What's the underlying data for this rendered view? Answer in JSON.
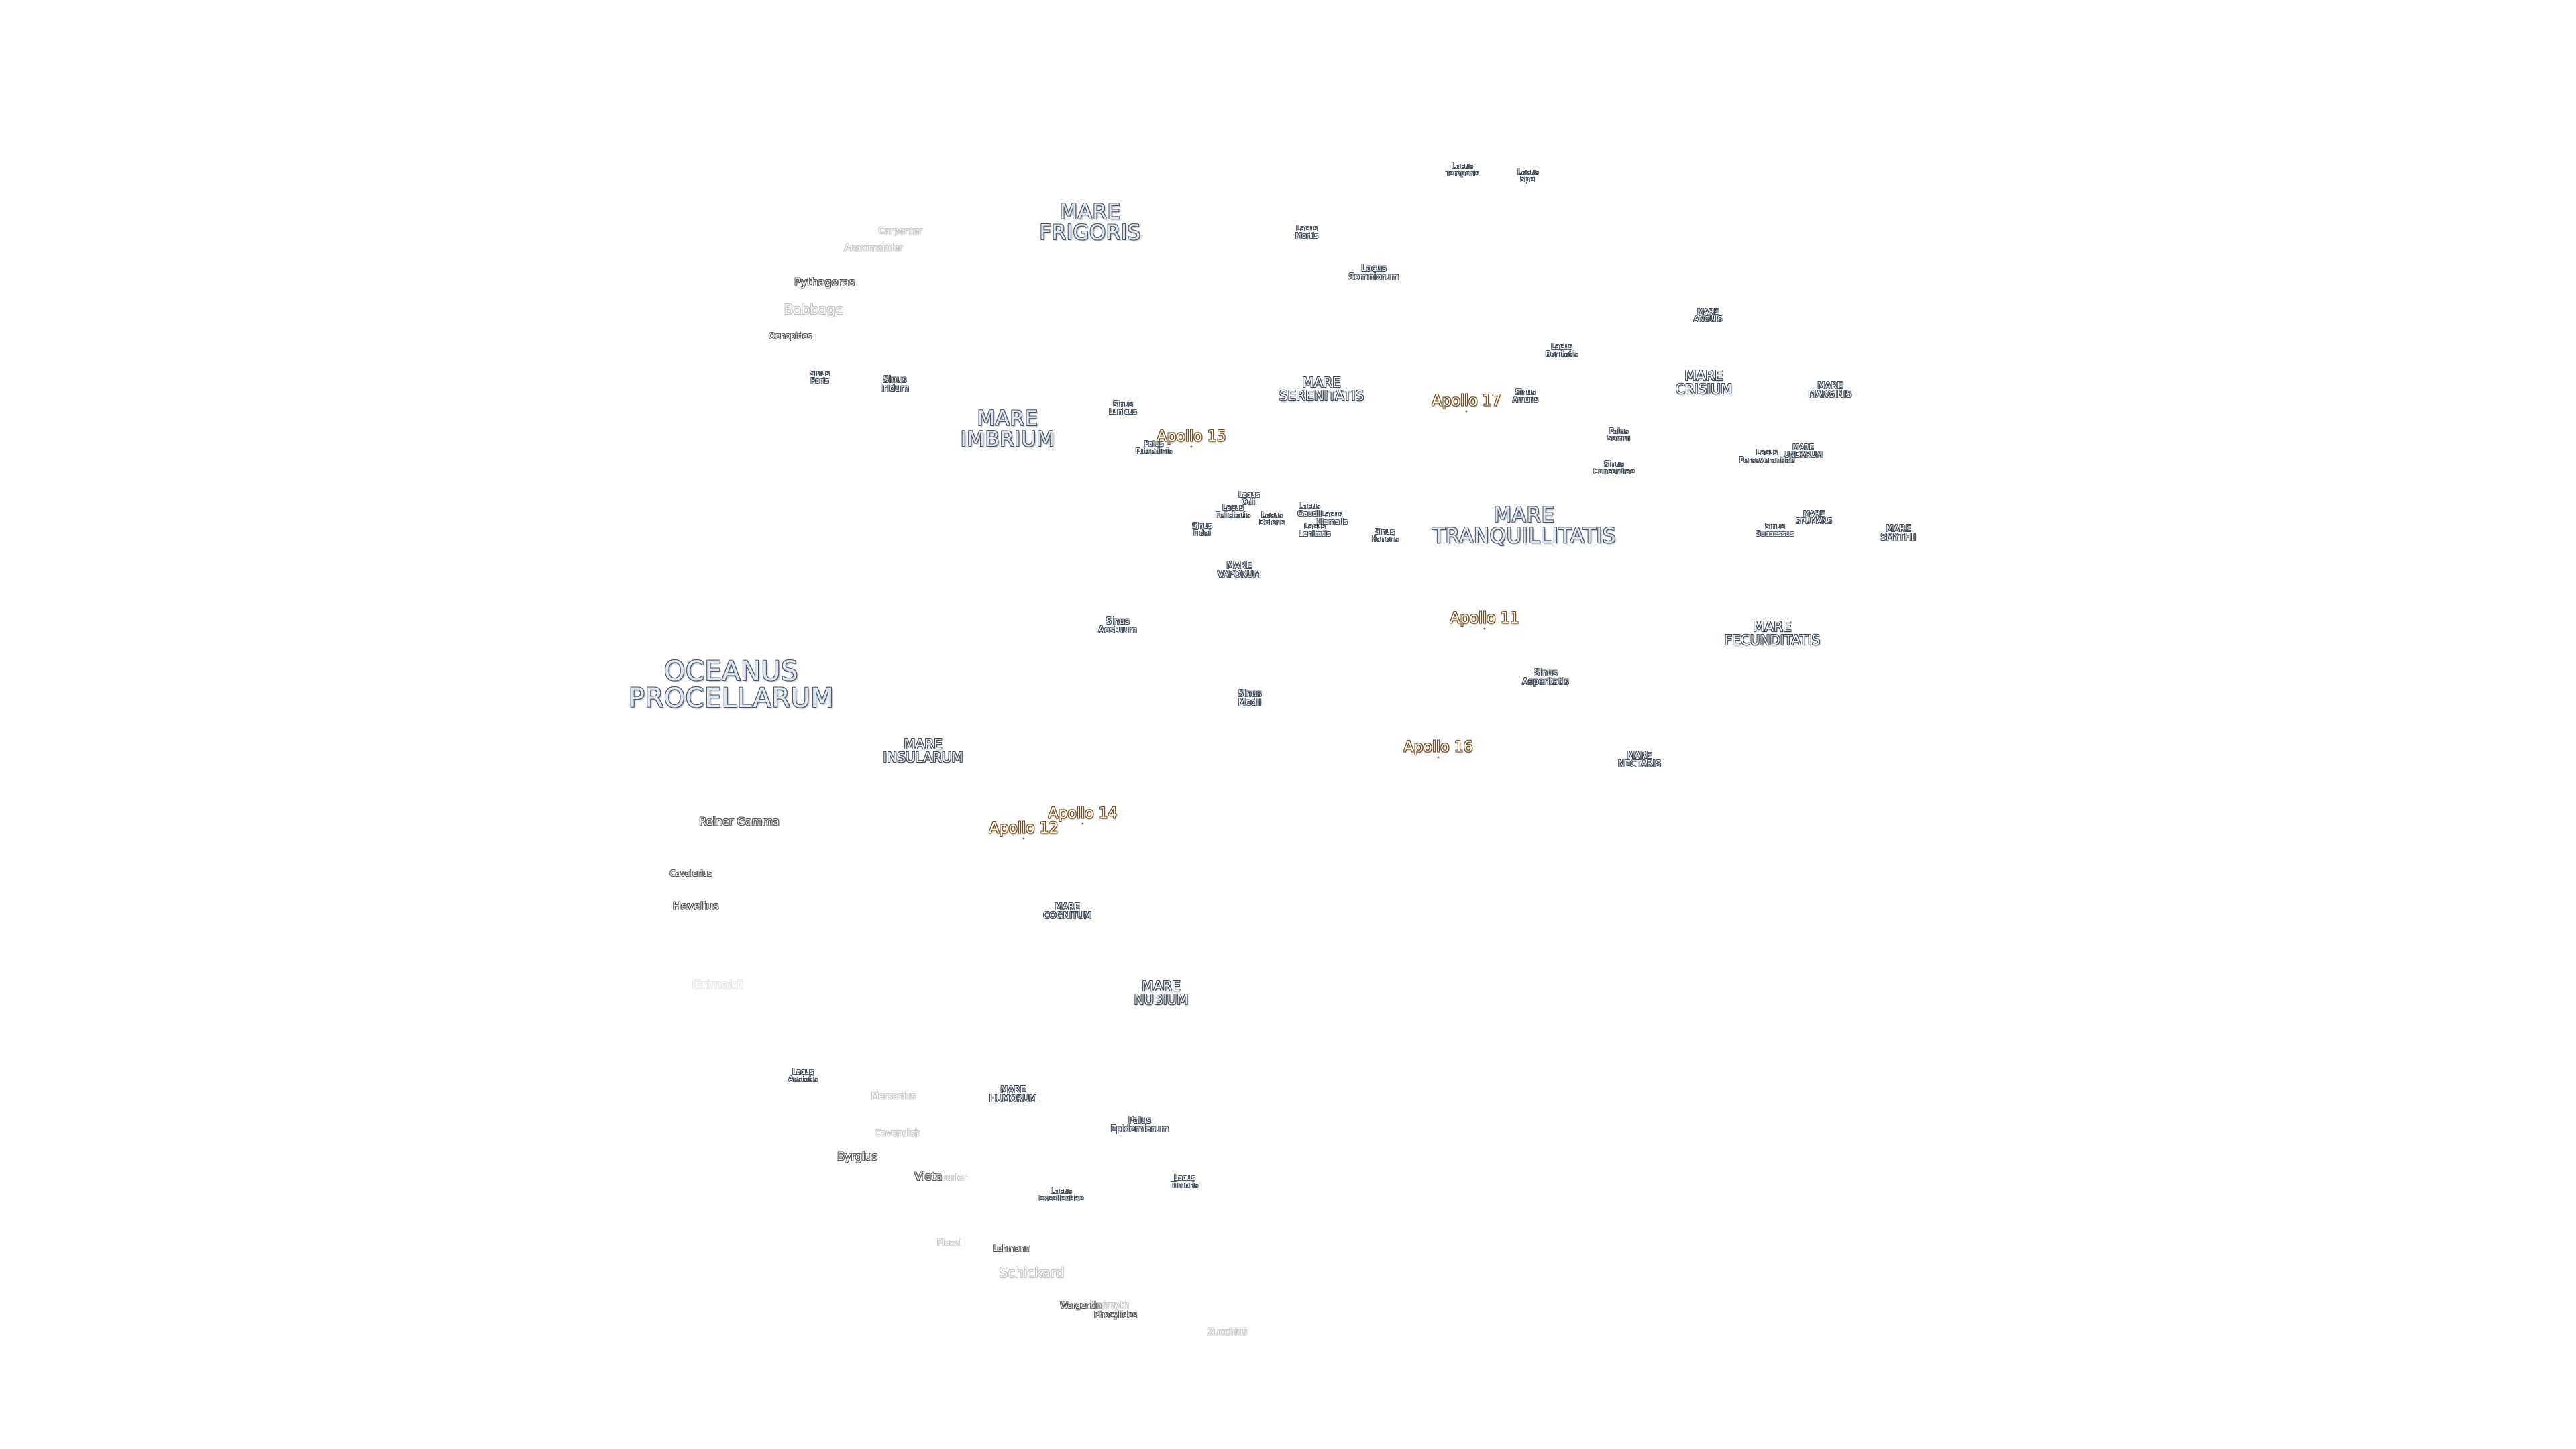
{
  "map": {
    "title": "",
    "labels": [
      {
        "id": "oceanus-procellarum",
        "kind": "ocean",
        "lines": [
          "OCEANUS",
          "PROCELLARUM"
        ]
      },
      {
        "id": "mare-frigoris",
        "kind": "maria",
        "lines": [
          "MARE",
          "FRIGORIS"
        ]
      },
      {
        "id": "mare-imbrium",
        "kind": "maria",
        "lines": [
          "MARE",
          "IMBRIUM"
        ]
      },
      {
        "id": "mare-serenitatis",
        "kind": "medium",
        "lines": [
          "MARE",
          "SERENITATIS"
        ]
      },
      {
        "id": "mare-tranquillitatis",
        "kind": "maria",
        "lines": [
          "MARE",
          "TRANQUILLITATIS"
        ]
      },
      {
        "id": "mare-fecunditatis",
        "kind": "medium",
        "lines": [
          "MARE",
          "FECUNDITATIS"
        ]
      },
      {
        "id": "mare-crisium",
        "kind": "medium",
        "lines": [
          "MARE",
          "CRISIUM"
        ]
      },
      {
        "id": "mare-marginis",
        "kind": "small",
        "lines": [
          "MARE",
          "MARGINIS"
        ]
      },
      {
        "id": "mare-smythii",
        "kind": "small",
        "lines": [
          "MARE",
          "SMYTHII"
        ]
      },
      {
        "id": "mare-nectaris",
        "kind": "small",
        "lines": [
          "MARE",
          "NECTARIS"
        ]
      },
      {
        "id": "mare-insularum",
        "kind": "medium",
        "lines": [
          "MARE",
          "INSULARUM"
        ]
      },
      {
        "id": "mare-cognitum",
        "kind": "small",
        "lines": [
          "MARE",
          "COGNITUM"
        ]
      },
      {
        "id": "mare-nubium",
        "kind": "medium",
        "lines": [
          "MARE",
          "NUBIUM"
        ]
      },
      {
        "id": "mare-humorum",
        "kind": "small",
        "lines": [
          "MARE",
          "HUMORUM"
        ]
      },
      {
        "id": "mare-vaporum",
        "kind": "small",
        "lines": [
          "MARE",
          "VAPORUM"
        ]
      },
      {
        "id": "mare-anguis",
        "kind": "tiny",
        "lines": [
          "MARE",
          "ANGUIS"
        ]
      },
      {
        "id": "mare-undarum",
        "kind": "tiny",
        "lines": [
          "MARE",
          "UNDARUM"
        ]
      },
      {
        "id": "mare-spumans",
        "kind": "tiny",
        "lines": [
          "MARE",
          "SPUMANS"
        ]
      },
      {
        "id": "lacus-temporis",
        "kind": "tiny",
        "lines": [
          "Lacus",
          "Temporis"
        ]
      },
      {
        "id": "lacus-spei",
        "kind": "tiny",
        "lines": [
          "Lacus",
          "Spei"
        ]
      },
      {
        "id": "lacus-mortis",
        "kind": "tiny",
        "lines": [
          "Lacus",
          "Mortis"
        ]
      },
      {
        "id": "lacus-somniorum",
        "kind": "small",
        "lines": [
          "Lacus",
          "Somniorum"
        ]
      },
      {
        "id": "lacus-bonitatis",
        "kind": "tiny",
        "lines": [
          "Lacus",
          "Bonitatis"
        ]
      },
      {
        "id": "sinus-amoris",
        "kind": "tiny",
        "lines": [
          "Sinus",
          "Amoris"
        ]
      },
      {
        "id": "palus-somni",
        "kind": "tiny",
        "lines": [
          "Palus",
          "Somni"
        ]
      },
      {
        "id": "sinus-concordiae",
        "kind": "tiny",
        "lines": [
          "Sinus",
          "Concordiae"
        ]
      },
      {
        "id": "lacus-perseverantiae",
        "kind": "tiny",
        "lines": [
          "Lacus",
          "Perseverantiae"
        ]
      },
      {
        "id": "sinus-successus",
        "kind": "tiny",
        "lines": [
          "Sinus",
          "Successus"
        ]
      },
      {
        "id": "sinus-roris",
        "kind": "tiny",
        "lines": [
          "Sinus",
          "Roris"
        ]
      },
      {
        "id": "sinus-iridum",
        "kind": "small",
        "lines": [
          "Sinus",
          "Iridum"
        ]
      },
      {
        "id": "sinus-lunicus",
        "kind": "tiny",
        "lines": [
          "Sinus",
          "Lunicus"
        ]
      },
      {
        "id": "palus-putredinis",
        "kind": "tiny",
        "lines": [
          "Palus",
          "Putredinis"
        ]
      },
      {
        "id": "lacus-odii",
        "kind": "tiny",
        "lines": [
          "Lacus",
          "Odii"
        ]
      },
      {
        "id": "lacus-felicitatis",
        "kind": "tiny",
        "lines": [
          "Lacus",
          "Felicitatis"
        ]
      },
      {
        "id": "lacus-doloris",
        "kind": "tiny",
        "lines": [
          "Lacus",
          "Doloris"
        ]
      },
      {
        "id": "lacus-gaudii",
        "kind": "tiny",
        "lines": [
          "Lacus",
          "Gaudii"
        ]
      },
      {
        "id": "lacus-hiemalis",
        "kind": "tiny",
        "lines": [
          "Lacus",
          "Hiemalis"
        ]
      },
      {
        "id": "lacus-lenitatis",
        "kind": "tiny",
        "lines": [
          "Lacus",
          "Lenitatis"
        ]
      },
      {
        "id": "sinus-fidei",
        "kind": "tiny",
        "lines": [
          "Sinus",
          "Fidei"
        ]
      },
      {
        "id": "sinus-honoris",
        "kind": "tiny",
        "lines": [
          "Sinus",
          "Honoris"
        ]
      },
      {
        "id": "sinus-aestuum",
        "kind": "small",
        "lines": [
          "Sinus",
          "Aestuum"
        ]
      },
      {
        "id": "sinus-medii",
        "kind": "small",
        "lines": [
          "Sinus",
          "Medii"
        ]
      },
      {
        "id": "sinus-asperitatis",
        "kind": "small",
        "lines": [
          "Sinus",
          "Asperitatis"
        ]
      },
      {
        "id": "lacus-aestatis",
        "kind": "tiny",
        "lines": [
          "Lacus",
          "Aestatis"
        ]
      },
      {
        "id": "palus-epidemiarum",
        "kind": "small",
        "lines": [
          "Palus",
          "Epidemiarum"
        ]
      },
      {
        "id": "lacus-timoris",
        "kind": "tiny",
        "lines": [
          "Lacus",
          "Timoris"
        ]
      },
      {
        "id": "lacus-excellentiae",
        "kind": "tiny",
        "lines": [
          "Lacus",
          "Excellentiae"
        ]
      },
      {
        "id": "apollo-11",
        "kind": "apollo",
        "lines": [
          "Apollo 11"
        ]
      },
      {
        "id": "apollo-12",
        "kind": "apollo",
        "lines": [
          "Apollo 12"
        ]
      },
      {
        "id": "apollo-14",
        "kind": "apollo",
        "lines": [
          "Apollo 14"
        ]
      },
      {
        "id": "apollo-15",
        "kind": "apollo",
        "lines": [
          "Apollo 15"
        ]
      },
      {
        "id": "apollo-16",
        "kind": "apollo",
        "lines": [
          "Apollo 16"
        ]
      },
      {
        "id": "apollo-17",
        "kind": "apollo",
        "lines": [
          "Apollo 17"
        ]
      },
      {
        "id": "pythagoras",
        "kind": "crater",
        "lines": [
          "Pythagoras"
        ]
      },
      {
        "id": "babbage",
        "kind": "crater-faint-lg",
        "lines": [
          "Babbage"
        ]
      },
      {
        "id": "oenopides",
        "kind": "crater-sm",
        "lines": [
          "Oenopides"
        ]
      },
      {
        "id": "carpenter",
        "kind": "crater-faint",
        "lines": [
          "Carpenter"
        ]
      },
      {
        "id": "anaximander",
        "kind": "crater-faint",
        "lines": [
          "Anaximander"
        ]
      },
      {
        "id": "reiner-gamma",
        "kind": "crater",
        "lines": [
          "Reiner Gamma"
        ]
      },
      {
        "id": "cavalerius",
        "kind": "crater-sm",
        "lines": [
          "Cavalerius"
        ]
      },
      {
        "id": "hevelius",
        "kind": "crater",
        "lines": [
          "Hevelius"
        ]
      },
      {
        "id": "grimaldi",
        "kind": "crater-ghost",
        "lines": [
          "Grimaldi"
        ]
      },
      {
        "id": "mersenius",
        "kind": "crater-faint",
        "lines": [
          "Mersenius"
        ]
      },
      {
        "id": "cavendish",
        "kind": "crater-faint",
        "lines": [
          "Cavendish"
        ]
      },
      {
        "id": "byrgius",
        "kind": "crater",
        "lines": [
          "Byrgius"
        ]
      },
      {
        "id": "vieta",
        "kind": "crater",
        "lines": [
          "Vieta"
        ]
      },
      {
        "id": "fourier",
        "kind": "crater-faint",
        "lines": [
          "Fourier"
        ]
      },
      {
        "id": "piazzi",
        "kind": "crater-faint",
        "lines": [
          "Piazzi"
        ]
      },
      {
        "id": "lehmann",
        "kind": "crater-sm",
        "lines": [
          "Lehmann"
        ]
      },
      {
        "id": "schickard",
        "kind": "crater-faint-lg",
        "lines": [
          "Schickard"
        ]
      },
      {
        "id": "wargentin",
        "kind": "crater-sm",
        "lines": [
          "Wargentin"
        ]
      },
      {
        "id": "phocylides",
        "kind": "crater-sm",
        "lines": [
          "Phocylides"
        ]
      },
      {
        "id": "nasmyth",
        "kind": "crater-faint",
        "lines": [
          "Nasmyth"
        ]
      },
      {
        "id": "zucchius",
        "kind": "crater-faint",
        "lines": [
          "Zucchius"
        ]
      }
    ]
  }
}
